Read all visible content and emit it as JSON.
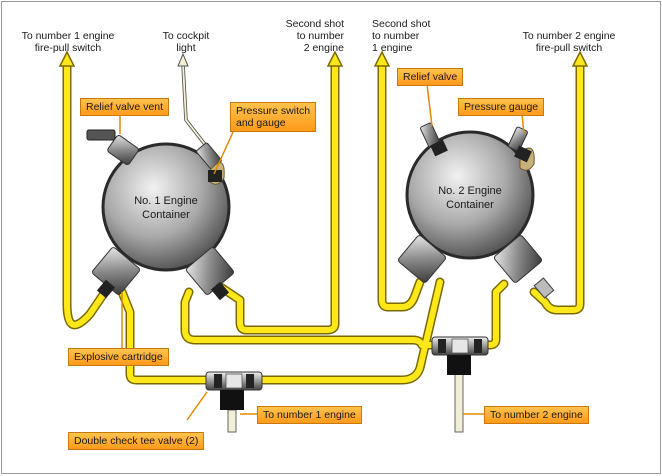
{
  "labels": {
    "eng1_fire_pull": [
      "To number 1 engine",
      "fire-pull switch"
    ],
    "cockpit_light": [
      "To cockpit",
      "light"
    ],
    "second_shot_2": [
      "Second shot",
      "to number",
      "2 engine"
    ],
    "second_shot_1": [
      "Second shot",
      "to number",
      "1 engine"
    ],
    "eng2_fire_pull": [
      "To number 2 engine",
      "fire-pull switch"
    ]
  },
  "callouts": {
    "relief_valve_vent": "Relief valve vent",
    "pressure_switch_gauge": [
      "Pressure switch",
      "and gauge"
    ],
    "relief_valve": "Relief valve",
    "pressure_gauge": "Pressure gauge",
    "explosive_cartridge": "Explosive cartridge",
    "to_engine_1": "To number 1 engine",
    "to_engine_2": "To number 2 engine",
    "double_check_tee": "Double check tee valve (2)"
  },
  "containers": {
    "no1": [
      "No. 1 Engine",
      "Container"
    ],
    "no2": [
      "No. 2 Engine",
      "Container"
    ]
  },
  "colors": {
    "pipe": "#ffe81a",
    "pipe_edge": "#8a7a00",
    "callout": "#ffa726",
    "leader": "#e08a00"
  }
}
